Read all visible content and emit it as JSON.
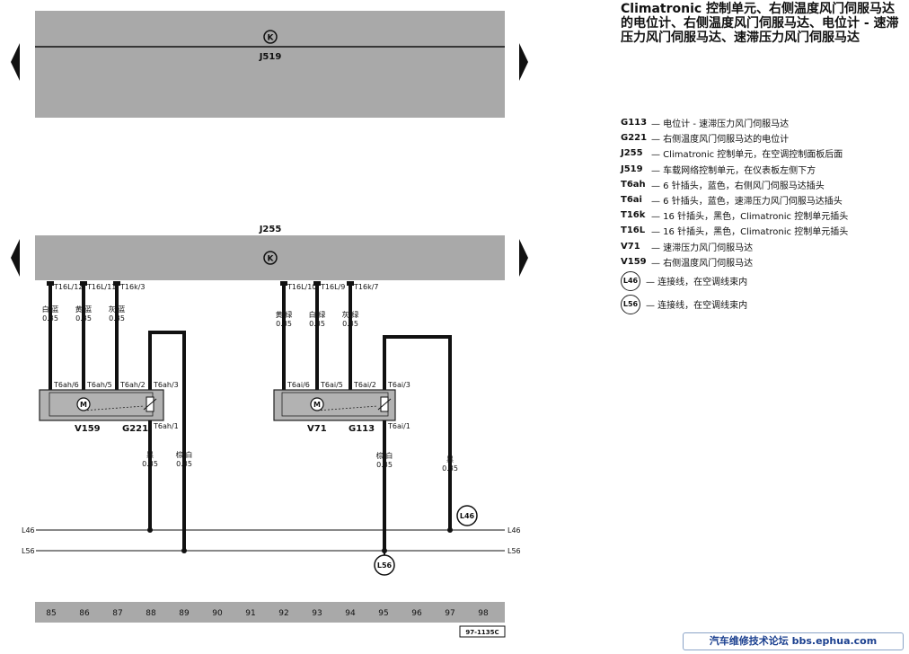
{
  "title": "Climatronic 控制单元、右侧温度风门伺服马达的电位计、右侧温度风门伺服马达、电位计 - 速滞压力风门伺服马达、速滞压力风门伺服马达",
  "units": {
    "j519": {
      "name": "J519",
      "symbol": "K"
    },
    "j255": {
      "name": "J255",
      "symbol": "K"
    }
  },
  "top_wires": [
    {
      "pin": "T16L/12",
      "color": "白/蓝",
      "gauge": "0.35"
    },
    {
      "pin": "T16L/11",
      "color": "黄/蓝",
      "gauge": "0.35"
    },
    {
      "pin": "T16k/3",
      "color": "灰/蓝",
      "gauge": "0.35"
    },
    {
      "pin": "T16L/10",
      "color": "黄/绿",
      "gauge": "0.35"
    },
    {
      "pin": "T16L/9",
      "color": "白/绿",
      "gauge": "0.35"
    },
    {
      "pin": "T16k/7",
      "color": "灰/绿",
      "gauge": "0.35"
    }
  ],
  "modules": [
    {
      "motor": "V159",
      "pot": "G221",
      "pins": [
        "T6ah/6",
        "T6ah/5",
        "T6ah/2",
        "T6ah/3"
      ],
      "out_pin": "T6ah/1"
    },
    {
      "motor": "V71",
      "pot": "G113",
      "pins": [
        "T6ai/6",
        "T6ai/5",
        "T6ai/2",
        "T6ai/3"
      ],
      "out_pin": "T6ai/1"
    }
  ],
  "motor_symbol": "M",
  "bottom_wires": [
    {
      "color": "黑",
      "gauge": "0.35"
    },
    {
      "color": "棕/白",
      "gauge": "0.35"
    },
    {
      "color": "棕/白",
      "gauge": "0.35"
    },
    {
      "color": "黑",
      "gauge": "0.35"
    }
  ],
  "buses": [
    {
      "name": "L46"
    },
    {
      "name": "L56"
    }
  ],
  "connectors": [
    "L46",
    "L56"
  ],
  "tracks": [
    "85",
    "86",
    "87",
    "88",
    "89",
    "90",
    "91",
    "92",
    "93",
    "94",
    "95",
    "96",
    "97",
    "98"
  ],
  "ref_code": "97-1135C",
  "legend": [
    {
      "code": "G113",
      "desc": "— 电位计 - 速滞压力风门伺服马达"
    },
    {
      "code": "G221",
      "desc": "— 右侧温度风门伺服马达的电位计"
    },
    {
      "code": "J255",
      "desc": "— Climatronic 控制单元，在空调控制面板后面"
    },
    {
      "code": "J519",
      "desc": "— 车载网络控制单元，在仪表板左侧下方"
    },
    {
      "code": "T6ah",
      "desc": "— 6 针插头，蓝色，右侧风门伺服马达插头"
    },
    {
      "code": "T6ai",
      "desc": "— 6 针插头，蓝色，速滞压力风门伺服马达插头"
    },
    {
      "code": "T16k",
      "desc": "— 16 针插头，黑色，Climatronic 控制单元插头"
    },
    {
      "code": "T16L",
      "desc": "— 16 针插头，黑色，Climatronic 控制单元插头"
    },
    {
      "code": "V71",
      "desc": "— 速滞压力风门伺服马达"
    },
    {
      "code": "V159",
      "desc": "— 右侧温度风门伺服马达"
    }
  ],
  "legend_connectors": [
    {
      "code": "L46",
      "desc": "— 连接线，在空调线束内"
    },
    {
      "code": "L56",
      "desc": "— 连接线，在空调线束内"
    }
  ],
  "watermark": "汽车维修技术论坛 bbs.ephua.com",
  "colors": {
    "panel": "#a9a9a9",
    "line": "#111111",
    "module": "#b2b2b2"
  }
}
